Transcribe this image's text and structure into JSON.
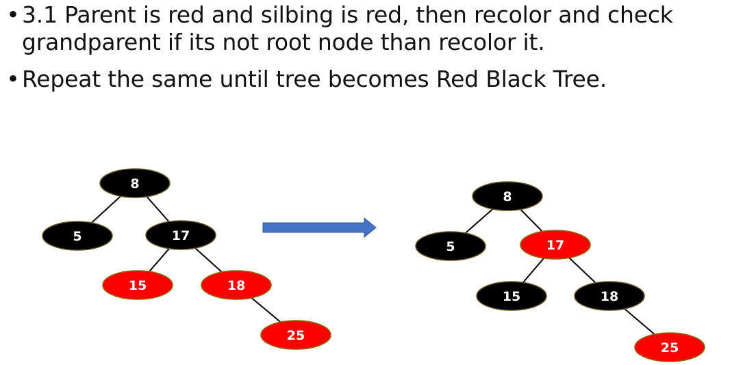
{
  "bullets": [
    "3.1 Parent is red and silbing is red, then recolor and check grandparent if its not root node than recolor it.",
    "Repeat the same until tree becomes Red Black Tree."
  ],
  "bullet_glyph": "•",
  "colors": {
    "black": "#000000",
    "red": "#ff0000",
    "arrow": "#4472c4"
  },
  "trees": [
    {
      "name": "before",
      "nodes": [
        {
          "id": "n8",
          "label": "8",
          "color": "black"
        },
        {
          "id": "n5",
          "label": "5",
          "color": "black"
        },
        {
          "id": "n17",
          "label": "17",
          "color": "black"
        },
        {
          "id": "n15",
          "label": "15",
          "color": "red"
        },
        {
          "id": "n18",
          "label": "18",
          "color": "red"
        },
        {
          "id": "n25",
          "label": "25",
          "color": "red"
        }
      ],
      "edges": [
        [
          "n8",
          "n5"
        ],
        [
          "n8",
          "n17"
        ],
        [
          "n17",
          "n15"
        ],
        [
          "n17",
          "n18"
        ],
        [
          "n18",
          "n25"
        ]
      ]
    },
    {
      "name": "after",
      "nodes": [
        {
          "id": "n8",
          "label": "8",
          "color": "black"
        },
        {
          "id": "n5",
          "label": "5",
          "color": "black"
        },
        {
          "id": "n17",
          "label": "17",
          "color": "red"
        },
        {
          "id": "n15",
          "label": "15",
          "color": "black"
        },
        {
          "id": "n18",
          "label": "18",
          "color": "black"
        },
        {
          "id": "n25",
          "label": "25",
          "color": "red"
        }
      ],
      "edges": [
        [
          "n8",
          "n5"
        ],
        [
          "n8",
          "n17"
        ],
        [
          "n17",
          "n15"
        ],
        [
          "n17",
          "n18"
        ],
        [
          "n18",
          "n25"
        ]
      ]
    }
  ]
}
